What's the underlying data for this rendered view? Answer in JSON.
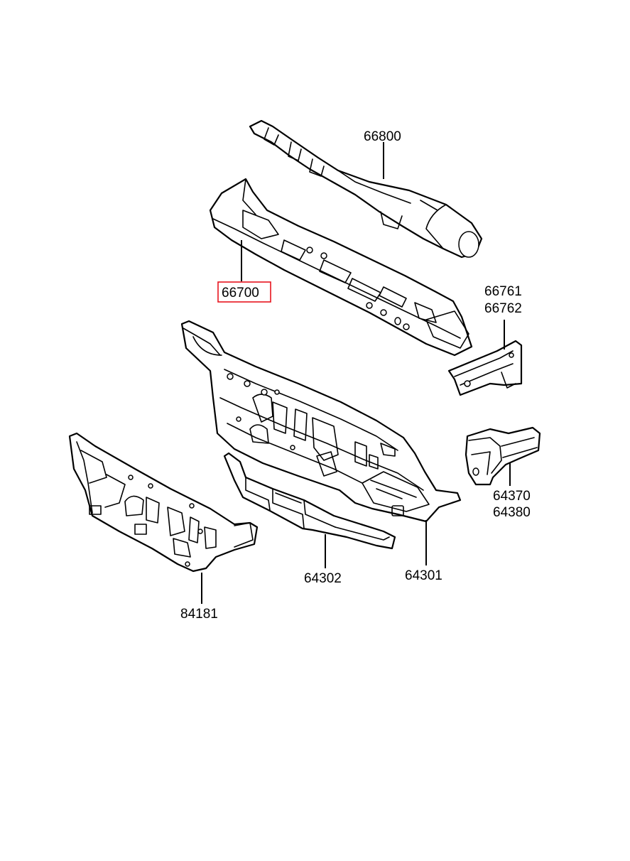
{
  "labels": {
    "p66800": "66800",
    "p66700": "66700",
    "p66761": "66761",
    "p66762": "66762",
    "p64370": "64370",
    "p64380": "64380",
    "p64301": "64301",
    "p64302": "64302",
    "p84181": "84181"
  },
  "highlight": {
    "part": "66700",
    "color": "#e8141e"
  }
}
